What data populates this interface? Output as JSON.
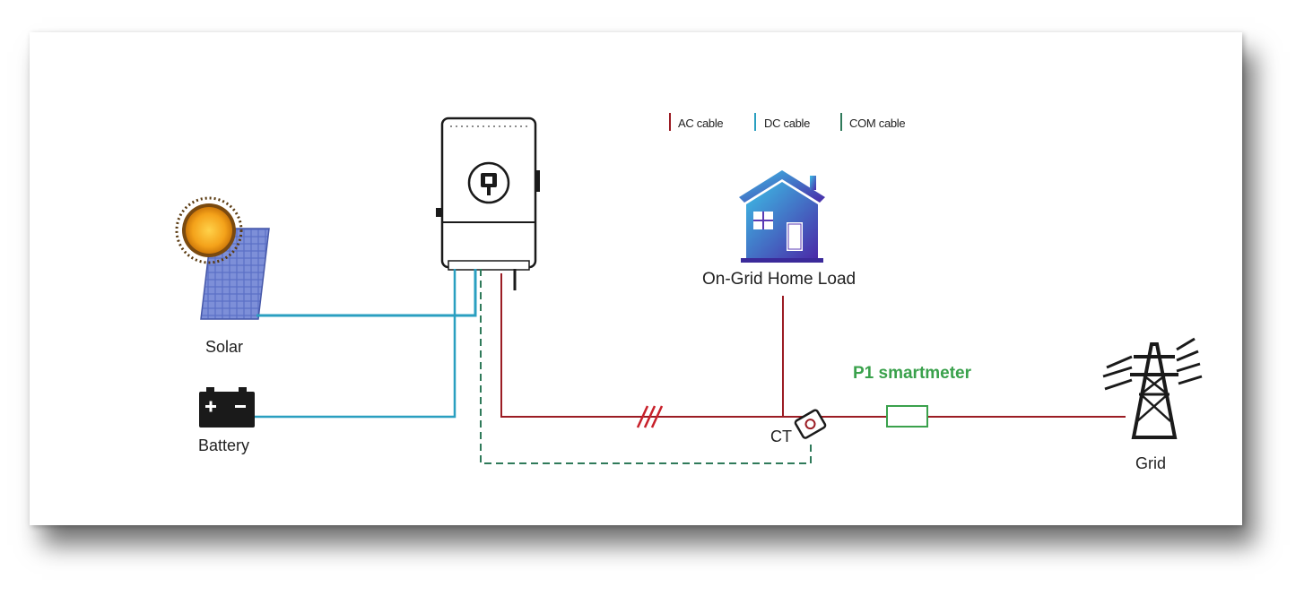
{
  "legend": {
    "ac": {
      "label": "AC cable",
      "color": "#9b1c24"
    },
    "dc": {
      "label": "DC cable",
      "color": "#2a9fc0"
    },
    "com": {
      "label": "COM cable",
      "color": "#2f7a5a"
    }
  },
  "labels": {
    "solar": "Solar",
    "battery": "Battery",
    "home_load": "On-Grid Home Load",
    "ct": "CT",
    "smartmeter": "P1 smartmeter",
    "grid": "Grid"
  },
  "icons": {
    "sun": "sun-icon",
    "solar_panel": "solar-panel-icon",
    "battery": "battery-icon",
    "inverter": "inverter-icon",
    "house": "house-icon",
    "ct_clamp": "ct-clamp-icon",
    "meter": "meter-icon",
    "pylon": "transmission-tower-icon"
  },
  "colors": {
    "ac_cable": "#9b1c24",
    "dc_cable": "#2a9fc0",
    "com_cable": "#2f7a5a",
    "smartmeter_text": "#3aa14c"
  }
}
